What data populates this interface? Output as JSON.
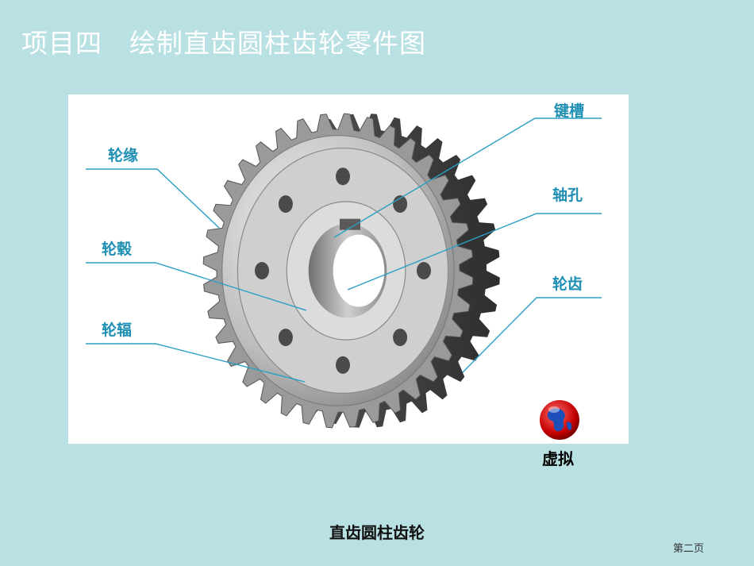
{
  "slide": {
    "title": "项目四　绘制直齿圆柱齿轮零件图",
    "caption": "直齿圆柱齿轮",
    "page_number": "第二页"
  },
  "figure": {
    "labels": {
      "rim": "轮缘",
      "hub": "轮毂",
      "web": "轮辐",
      "keyway": "键槽",
      "shaft_hole": "轴孔",
      "teeth": "轮齿"
    }
  },
  "virtual_link": {
    "label": "虚拟",
    "icon": "globe-icon"
  },
  "colors": {
    "background": "#b9e0e3",
    "label_text": "#1f8fb3",
    "leader_line": "#2a9fc4",
    "title_text": "#ffffff"
  }
}
